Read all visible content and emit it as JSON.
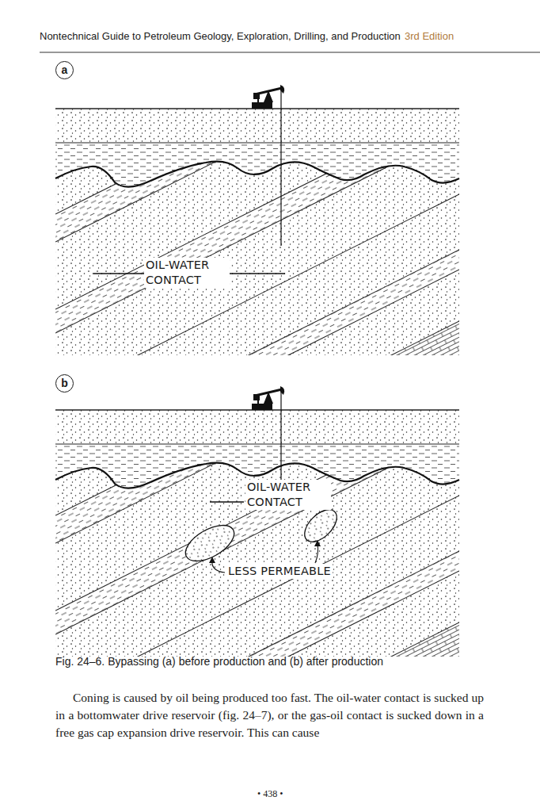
{
  "diagram": {
    "caption": "Fig. 24–6. Bypassing (a) before production and (b) after production",
    "nodes": [
      {
        "text": [
          "a"
        ]
      },
      {
        "text": [
          "b"
        ]
      }
    ],
    "labels": [
      "Nontechnical Guide to Petroleum Geology, Exploration, Drilling, and Production",
      "3rd Edition",
      "OIL-WATER CONTACT",
      "OIL-WATER CONTACT",
      "LESS PERMEABLE",
      "Coning is caused by oil being produced too fast. The oil-water contact is sucked up in a bottomwater drive reservoir (fig. 24–7), or the gas-oil contact is sucked down in a free gas cap expansion drive reservoir. This can cause",
      "• 438 •"
    ]
  }
}
